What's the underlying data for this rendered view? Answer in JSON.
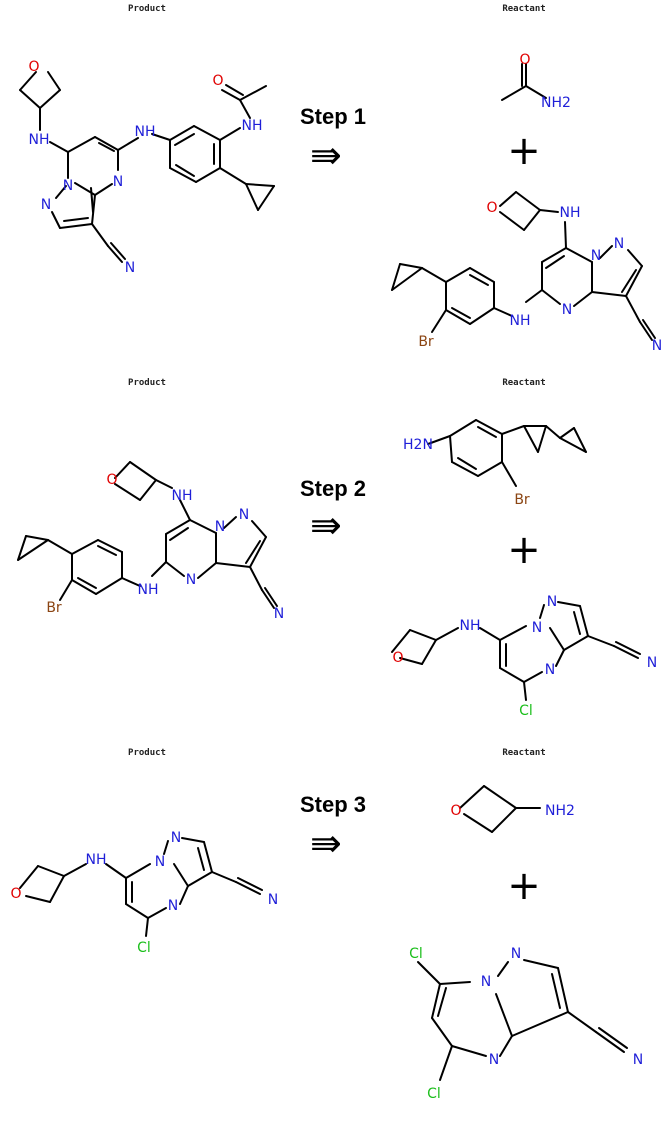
{
  "steps": [
    {
      "product_header": "Product",
      "reactant_header": "Reactant",
      "label": "Step 1",
      "arrow": "⇛",
      "plus": "+"
    },
    {
      "product_header": "Product",
      "reactant_header": "Reactant",
      "label": "Step 2",
      "arrow": "⇛",
      "plus": "+"
    },
    {
      "product_header": "Product",
      "reactant_header": "Reactant",
      "label": "Step 3",
      "arrow": "⇛",
      "plus": "+"
    }
  ],
  "atom_labels": {
    "O": "O",
    "N": "N",
    "NH": "NH",
    "NH2": "NH2",
    "H2N": "H2N",
    "Br": "Br",
    "Cl": "Cl"
  },
  "colors": {
    "nitrogen": "#1f1fd8",
    "oxygen": "#e00000",
    "bromine": "#8b4513",
    "chlorine": "#1cbf1c",
    "bond": "#000000"
  }
}
